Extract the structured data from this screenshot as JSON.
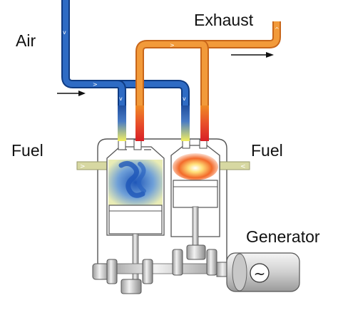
{
  "labels": {
    "air": "Air",
    "exhaust": "Exhaust",
    "fuel_left": "Fuel",
    "fuel_right": "Fuel",
    "generator": "Generator"
  },
  "generator_symbol": "~",
  "colors": {
    "air_pipe": "#1f4fa0",
    "exhaust_pipe": "#ef8a25",
    "fuel_pipe": "#d7d8a2",
    "engine_fill": "#ffffff",
    "engine_stroke": "#555555",
    "flame": "#f36a2a",
    "mixture": "#3b74c9"
  }
}
